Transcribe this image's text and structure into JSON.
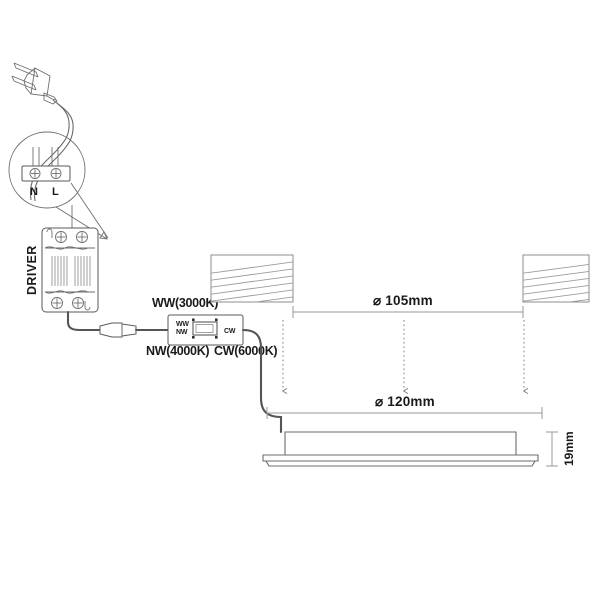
{
  "diagram": {
    "title": "LED Downlight Wiring and Dimension Diagram",
    "type": "technical-installation-drawing"
  },
  "mains": {
    "plug_label": "",
    "terminals": {
      "neutral": "N",
      "live": "L"
    }
  },
  "driver": {
    "label": "DRIVER"
  },
  "cct_switch": {
    "top_label": "WW(3000K)",
    "bottom_left_label": "NW(4000K)",
    "bottom_right_label": "CW(6000K)",
    "switch_left_line1": "WW",
    "switch_left_line2": "NW",
    "switch_right": "CW"
  },
  "dimensions": {
    "cutout": "⌀ 105mm",
    "outer": "⌀ 120mm",
    "height": "19mm"
  },
  "colors": {
    "line": "#4a4a4a",
    "cable": "#555555",
    "dimension": "#9a9a9a",
    "hatch": "#9b9b9b",
    "text": "#1a1a1a",
    "background": "#ffffff"
  }
}
